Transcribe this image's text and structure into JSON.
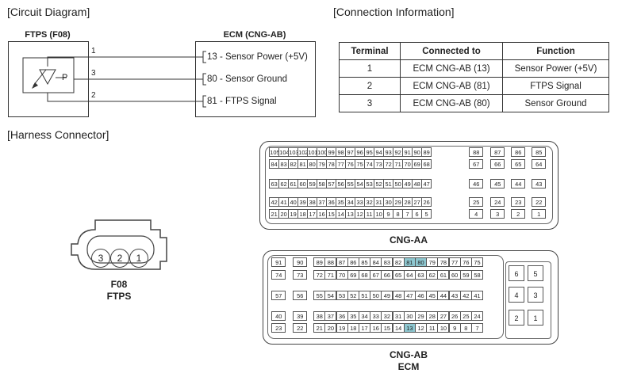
{
  "sections": {
    "circuit": "[Circuit Diagram]",
    "connection": "[Connection Information]",
    "harness": "[Harness Connector]"
  },
  "ftps": {
    "title": "FTPS (F08)",
    "sensor_letter": "P",
    "pins": [
      "1",
      "3",
      "2"
    ]
  },
  "ecm": {
    "title": "ECM (CNG-AB)",
    "lines": [
      "13 - Sensor Power (+5V)",
      "80 - Sensor Ground",
      "81 - FTPS Signal"
    ]
  },
  "table": {
    "headers": [
      "Terminal",
      "Connected to",
      "Function"
    ],
    "rows": [
      [
        "1",
        "ECM CNG-AB (13)",
        "Sensor Power (+5V)"
      ],
      [
        "2",
        "ECM CNG-AB (81)",
        "FTPS Signal"
      ],
      [
        "3",
        "ECM CNG-AB (80)",
        "Sensor Ground"
      ]
    ]
  },
  "f08_connector": {
    "pins": [
      "3",
      "2",
      "1"
    ],
    "label1": "F08",
    "label2": "FTPS"
  },
  "cng_aa": {
    "label": "CNG-AA",
    "rows": [
      [
        [
          "105",
          "104",
          "103",
          "102",
          "101",
          "100",
          "99",
          "98",
          "97",
          "96",
          "95",
          "94",
          "93",
          "92",
          "91",
          "90",
          "89"
        ],
        [
          "88"
        ],
        [
          "87"
        ],
        [
          "86"
        ],
        [
          "85"
        ]
      ],
      [
        [
          "84",
          "83",
          "82",
          "81",
          "80",
          "79",
          "78",
          "77",
          "76",
          "75",
          "74",
          "73",
          "72",
          "71",
          "70",
          "69",
          "68"
        ],
        [
          "67"
        ],
        [
          "66"
        ],
        [
          "65"
        ],
        [
          "64"
        ]
      ],
      [
        [
          "63",
          "62",
          "61",
          "60",
          "59",
          "58",
          "57",
          "56",
          "55",
          "54",
          "53",
          "52",
          "51",
          "50",
          "49",
          "48",
          "47"
        ],
        [
          "46"
        ],
        [
          "45"
        ],
        [
          "44"
        ],
        [
          "43"
        ]
      ],
      [
        [
          "42",
          "41",
          "40",
          "39",
          "38",
          "37",
          "36",
          "35",
          "34",
          "33",
          "32",
          "31",
          "30",
          "29",
          "28",
          "27",
          "26"
        ],
        [
          "25"
        ],
        [
          "24"
        ],
        [
          "23"
        ],
        [
          "22"
        ]
      ],
      [
        [
          "21",
          "20",
          "19",
          "18",
          "17",
          "16",
          "15",
          "14",
          "13",
          "12",
          "11",
          "10",
          "9",
          "8",
          "7",
          "6",
          "5"
        ],
        [
          "4"
        ],
        [
          "3"
        ],
        [
          "2"
        ],
        [
          "1"
        ]
      ]
    ]
  },
  "cng_ab": {
    "label1": "CNG-AB",
    "label2": "ECM",
    "highlighted": [
      "81",
      "80",
      "13"
    ],
    "rows": [
      [
        [
          "91"
        ],
        [
          "90"
        ],
        [
          "89",
          "88",
          "87",
          "86",
          "85",
          "84",
          "83",
          "82",
          "81",
          "80",
          "79",
          "78",
          "77",
          "76",
          "75"
        ]
      ],
      [
        [
          "74"
        ],
        [
          "73"
        ],
        [
          "72",
          "71",
          "70",
          "69",
          "68",
          "67",
          "66",
          "65",
          "64",
          "63",
          "62",
          "61",
          "60",
          "59",
          "58"
        ]
      ],
      [
        [
          "57"
        ],
        [
          "56"
        ],
        [
          "55",
          "54",
          "53",
          "52",
          "51",
          "50",
          "49",
          "48",
          "47",
          "46",
          "45",
          "44",
          "43",
          "42",
          "41"
        ]
      ],
      [
        [
          "40"
        ],
        [
          "39"
        ],
        [
          "38",
          "37",
          "36",
          "35",
          "34",
          "33",
          "32",
          "31",
          "30",
          "29",
          "28",
          "27",
          "26",
          "25",
          "24"
        ]
      ],
      [
        [
          "23"
        ],
        [
          "22"
        ],
        [
          "21",
          "20",
          "19",
          "18",
          "17",
          "16",
          "15",
          "14",
          "13",
          "12",
          "11",
          "10",
          "9",
          "8",
          "7"
        ]
      ]
    ],
    "side": [
      [
        "6",
        "5"
      ],
      [
        "4",
        "3"
      ],
      [
        "2",
        "1"
      ]
    ]
  }
}
